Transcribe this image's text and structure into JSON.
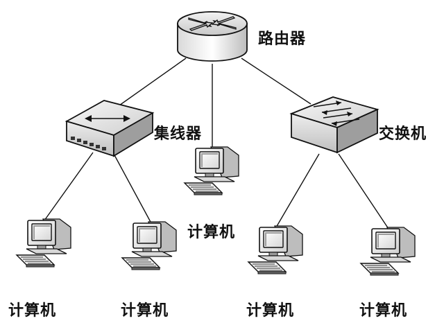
{
  "nodes": {
    "router": {
      "label": "路由器",
      "icon": "router-icon"
    },
    "hub": {
      "label": "集线器",
      "icon": "hub-icon"
    },
    "switch": {
      "label": "交换机",
      "icon": "switch-icon"
    },
    "computers": [
      {
        "label": "计算机",
        "icon": "computer-icon"
      },
      {
        "label": "计算机",
        "icon": "computer-icon"
      },
      {
        "label": "计算机",
        "icon": "computer-icon"
      },
      {
        "label": "计算机",
        "icon": "computer-icon"
      },
      {
        "label": "计算机",
        "icon": "computer-icon"
      }
    ]
  },
  "connections": [
    [
      "router",
      "hub"
    ],
    [
      "router",
      "computer-center"
    ],
    [
      "router",
      "switch"
    ],
    [
      "hub",
      "computer-1"
    ],
    [
      "hub",
      "computer-2"
    ],
    [
      "switch",
      "computer-4"
    ],
    [
      "switch",
      "computer-5"
    ]
  ]
}
